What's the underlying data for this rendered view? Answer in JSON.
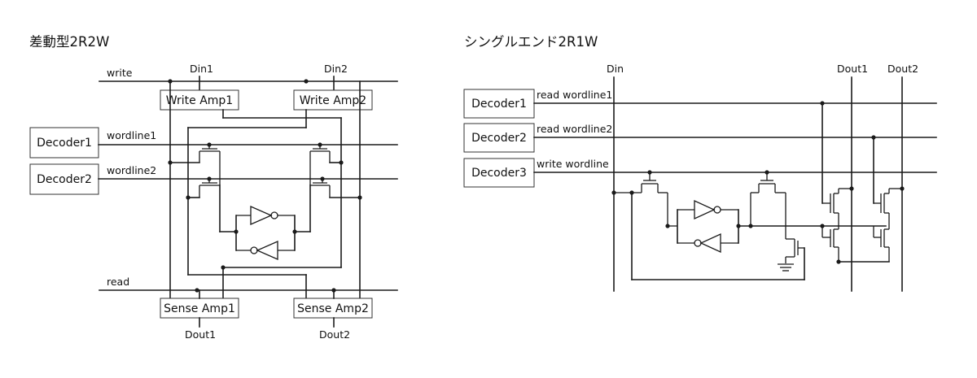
{
  "left": {
    "title": "差動型2R2W",
    "signals": {
      "write": "write",
      "read": "read",
      "wordline1": "wordline1",
      "wordline2": "wordline2",
      "din1": "Din1",
      "din2": "Din2",
      "dout1": "Dout1",
      "dout2": "Dout2"
    },
    "boxes": {
      "decoder1": "Decoder1",
      "decoder2": "Decoder2",
      "write_amp1": "Write Amp1",
      "write_amp2": "Write Amp2",
      "sense_amp1": "Sense Amp1",
      "sense_amp2": "Sense Amp2"
    }
  },
  "right": {
    "title": "シングルエンド2R1W",
    "signals": {
      "din": "Din",
      "dout1": "Dout1",
      "dout2": "Dout2",
      "read_wordline1": "read wordline1",
      "read_wordline2": "read wordline2",
      "write_wordline": "write wordline"
    },
    "boxes": {
      "decoder1": "Decoder1",
      "decoder2": "Decoder2",
      "decoder3": "Decoder3"
    }
  }
}
